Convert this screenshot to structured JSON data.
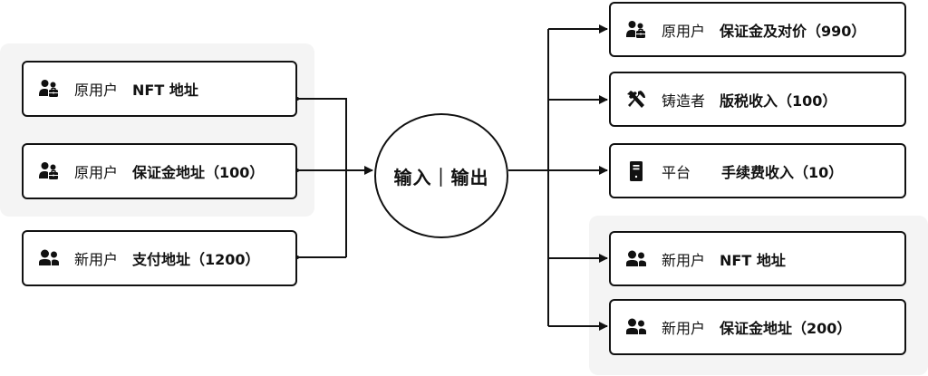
{
  "hub": {
    "label": "输入｜输出"
  },
  "inputs": [
    {
      "icon": "user-briefcase-icon",
      "role": "原用户",
      "label": "NFT 地址"
    },
    {
      "icon": "user-briefcase-icon",
      "role": "原用户",
      "label": "保证金地址（100）"
    },
    {
      "icon": "users-icon",
      "role": "新用户",
      "label": "支付地址（1200）"
    }
  ],
  "outputs": [
    {
      "icon": "user-briefcase-icon",
      "role": "原用户",
      "label": "保证金及对价（990）"
    },
    {
      "icon": "hammer-pick-icon",
      "role": "铸造者",
      "label": "版税收入（100）"
    },
    {
      "icon": "server-icon",
      "role": "平台",
      "label": "手续费收入（10）"
    },
    {
      "icon": "users-icon",
      "role": "新用户",
      "label": "NFT 地址"
    },
    {
      "icon": "users-icon",
      "role": "新用户",
      "label": "保证金地址（200）"
    }
  ],
  "groups": {
    "left_panel": "original-user-group",
    "right_panel": "new-user-group"
  },
  "colors": {
    "stroke": "#111111",
    "panel": "#f4f4f4",
    "node_bg": "#ffffff"
  }
}
